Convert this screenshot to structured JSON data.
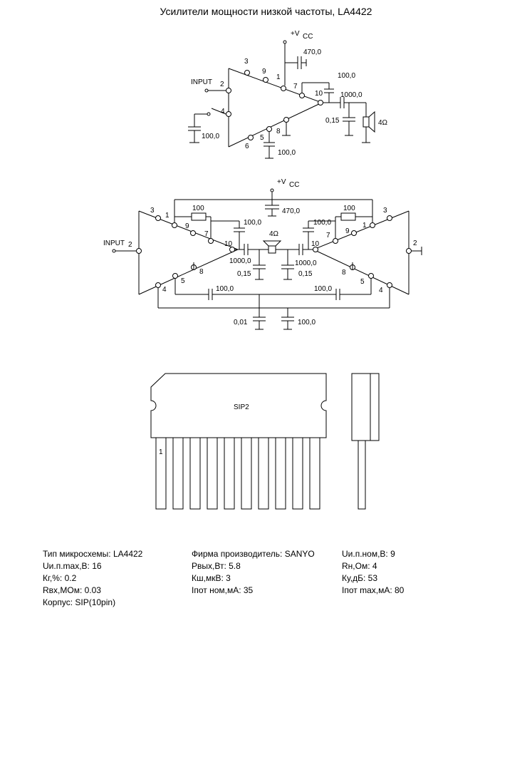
{
  "title": "Усилители мощности низкой частоты, LA4422",
  "circuit1": {
    "vcc": "+V",
    "vcc_sub": "CC",
    "input": "INPUT",
    "c_supply": "470,0",
    "c_boot": "100,0",
    "c_out": "1000,0",
    "c_zobel": "0,15",
    "c_left": "100,0",
    "c_bottom": "100,0",
    "speaker": "4Ω",
    "pins": [
      "3",
      "9",
      "1",
      "7",
      "10",
      "2",
      "4",
      "8",
      "5",
      "6"
    ]
  },
  "circuit2": {
    "vcc": "+V",
    "vcc_sub": "CC",
    "input": "INPUT",
    "r_left": "100",
    "r_right": "100",
    "c_supply": "470,0",
    "c_boot_left": "100,0",
    "c_boot_right": "100,0",
    "speaker": "4Ω",
    "c_out_left": "1000,0",
    "c_out_right": "1000,0",
    "c_zobel_left": "0,15",
    "c_zobel_right": "0,15",
    "c_fb_left": "100,0",
    "c_fb_right": "100,0",
    "c_small": "0,01",
    "c_gnd": "100,0",
    "pins_left": [
      "3",
      "1",
      "9",
      "7",
      "10",
      "2",
      "8",
      "5",
      "4"
    ],
    "pins_right": [
      "3",
      "1",
      "9",
      "7",
      "10",
      "2",
      "8",
      "5",
      "4"
    ]
  },
  "package": {
    "label": "SIP2",
    "pin1": "1"
  },
  "specs": {
    "col1": [
      "Тип микросхемы: LA4422",
      "Uи.п.max,В: 16",
      "Кг,%: 0.2",
      "Rвх,МОм: 0.03",
      "Корпус: SIP(10pin)"
    ],
    "col2": [
      "Фирма производитель: SANYO",
      "Pвых,Вт: 5.8",
      "Кш,мкВ: 3",
      "Iпот ном,мА: 35"
    ],
    "col3": [
      "Uи.п.ном,В: 9",
      "Rн,Ом: 4",
      "Ку,дБ: 53",
      "Iпот max,мА: 80"
    ]
  }
}
